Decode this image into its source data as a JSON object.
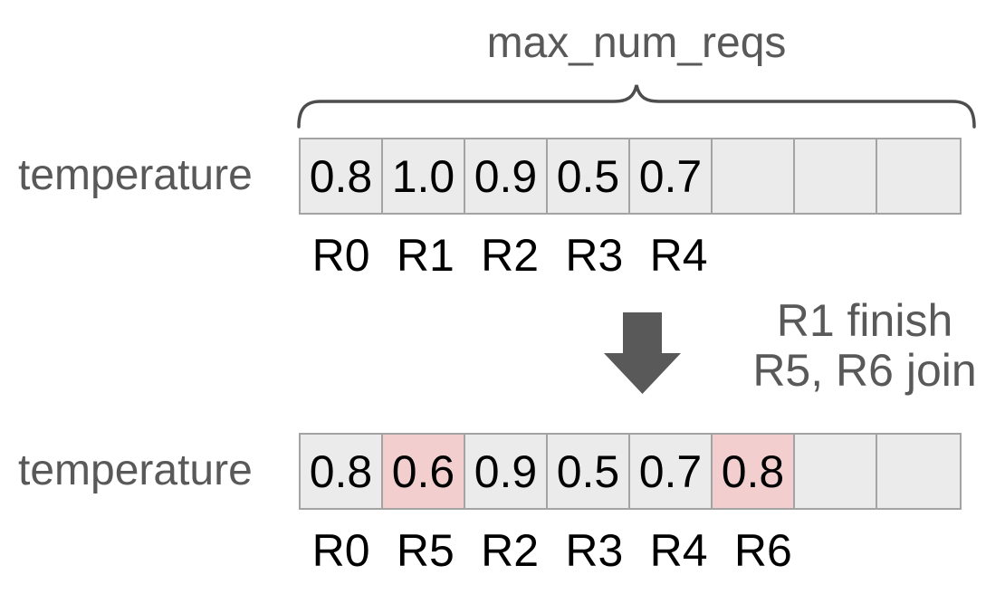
{
  "colors": {
    "background": "#ffffff",
    "gray_text": "#595959",
    "black_text": "#000000",
    "cell_bg": "#ebebeb",
    "cell_highlight_bg": "#f2cfce",
    "cell_border": "#a3a3a3",
    "arrow": "#595959",
    "brace": "#4d4d4d"
  },
  "brace": {
    "label": "max_num_reqs"
  },
  "top_section": {
    "row_label": "temperature",
    "cells": [
      {
        "value": "0.8",
        "highlight": false
      },
      {
        "value": "1.0",
        "highlight": false
      },
      {
        "value": "0.9",
        "highlight": false
      },
      {
        "value": "0.5",
        "highlight": false
      },
      {
        "value": "0.7",
        "highlight": false
      },
      {
        "value": "",
        "highlight": false
      },
      {
        "value": "",
        "highlight": false
      },
      {
        "value": "",
        "highlight": false
      }
    ],
    "request_labels": [
      "R0",
      "R1",
      "R2",
      "R3",
      "R4",
      "",
      "",
      ""
    ]
  },
  "transition": {
    "lines": [
      "R1 finish",
      "R5, R6 join"
    ]
  },
  "bottom_section": {
    "row_label": "temperature",
    "cells": [
      {
        "value": "0.8",
        "highlight": false
      },
      {
        "value": "0.6",
        "highlight": true
      },
      {
        "value": "0.9",
        "highlight": false
      },
      {
        "value": "0.5",
        "highlight": false
      },
      {
        "value": "0.7",
        "highlight": false
      },
      {
        "value": "0.8",
        "highlight": true
      },
      {
        "value": "",
        "highlight": false
      },
      {
        "value": "",
        "highlight": false
      }
    ],
    "request_labels": [
      "R0",
      "R5",
      "R2",
      "R3",
      "R4",
      "R6",
      "",
      ""
    ]
  }
}
